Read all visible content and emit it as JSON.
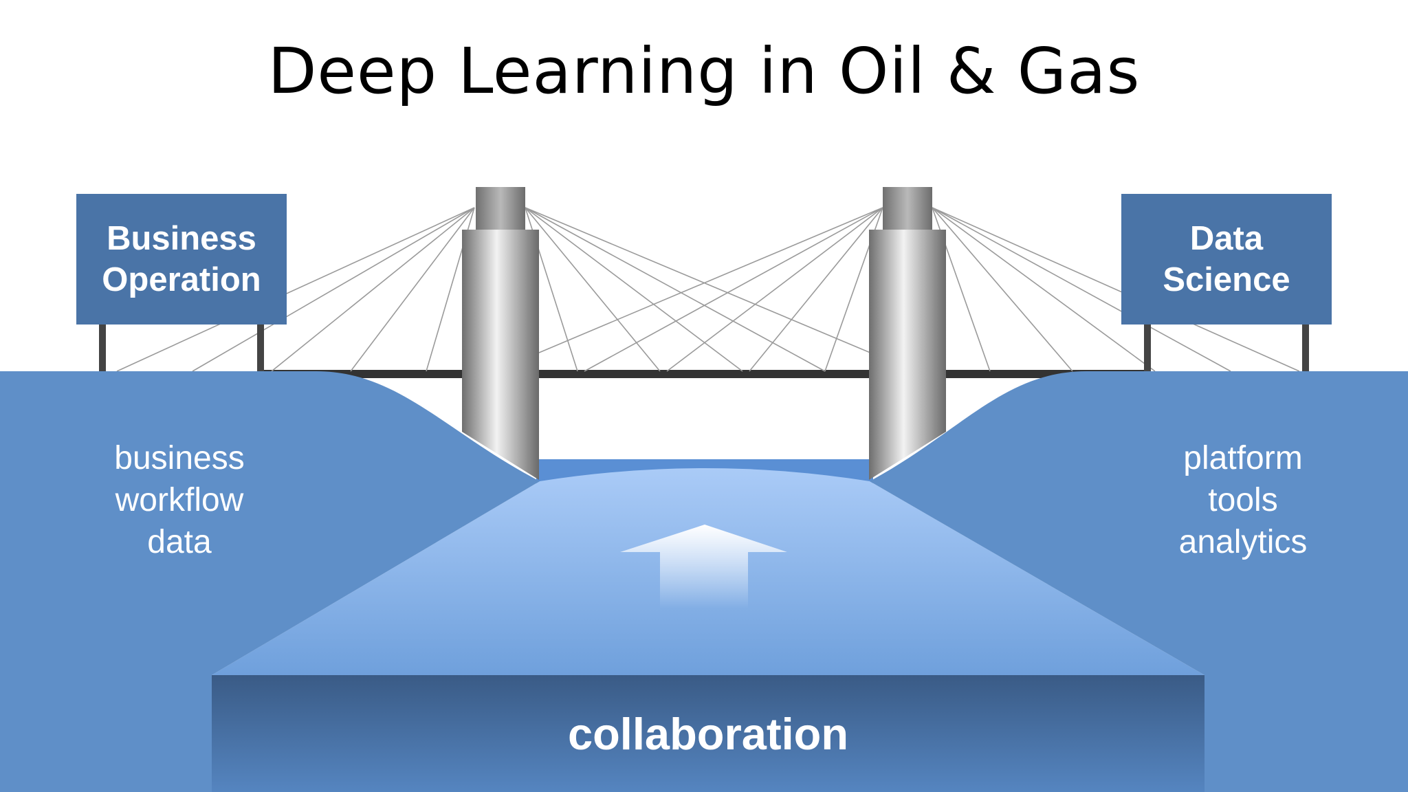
{
  "slide": {
    "title": "Deep Learning in Oil & Gas"
  },
  "left_sign": {
    "lines": [
      "Business",
      "Operation"
    ]
  },
  "right_sign": {
    "lines": [
      "Data",
      "Science"
    ]
  },
  "left_bank": {
    "items": [
      "business",
      "workflow",
      "data"
    ]
  },
  "right_bank": {
    "items": [
      "platform",
      "tools",
      "analytics"
    ]
  },
  "road": {
    "label": "collaboration"
  },
  "colors": {
    "bank_blue": "#5f8fc8",
    "sign_blue": "#4a74a7",
    "road_light": "#a8c9f5",
    "road_dark": "#3b5f8f",
    "tower_gray": "#8e8e8e",
    "deck": "#333333"
  }
}
